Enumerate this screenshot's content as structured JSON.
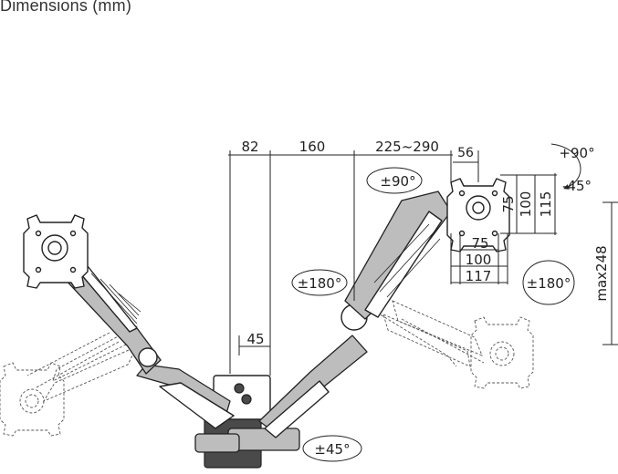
{
  "title": "Dimensions (mm)",
  "dimensions": {
    "d82": "82",
    "d160": "160",
    "d225_290": "225~290",
    "d56": "56",
    "d45": "45",
    "v75": "75",
    "v100": "100",
    "v115": "115",
    "h75": "75",
    "h100": "100",
    "h117": "117",
    "max248": "max248"
  },
  "rotations": {
    "tilt_up": "+90°",
    "tilt_down": "-45°",
    "swivel90": "±90°",
    "rot180_left": "±180°",
    "rot180_right": "±180°",
    "wall45": "±45°"
  }
}
